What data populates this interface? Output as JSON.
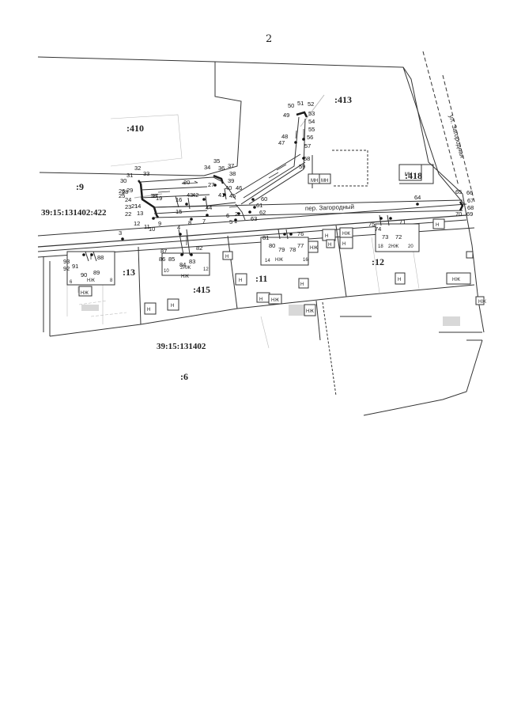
{
  "page_number": "2",
  "parcels": [
    ":410",
    ":413",
    ":418",
    ":9",
    ":13",
    ":415",
    ":11",
    ":12",
    ":6"
  ],
  "cadastral_labels": [
    "39:15:131402:422",
    "39:15:131402"
  ],
  "streets": [
    "пер. Загородный",
    "ул. Загородная"
  ],
  "building_tags": {
    "mn": "МН",
    "n": "Н",
    "nzh": "НЖ",
    "two_nzh": "2НЖ"
  },
  "house_numbers": [
    "6",
    "8",
    "10",
    "12",
    "14",
    "16",
    "18",
    "20"
  ],
  "points": [
    "1",
    "2",
    "3",
    "4",
    "5",
    "6",
    "7",
    "8",
    "9",
    "10",
    "11",
    "12",
    "13",
    "14",
    "15",
    "16",
    "17",
    "18",
    "19",
    "20",
    "21",
    "22",
    "23",
    "24",
    "25",
    "26",
    "27",
    "28",
    "29",
    "30",
    "31",
    "32",
    "33",
    "34",
    "35",
    "36",
    "37",
    "38",
    "39",
    "40",
    "41",
    "42",
    "43",
    "44",
    "45",
    "46",
    "47",
    "48",
    "49",
    "50",
    "51",
    "52",
    "53",
    "54",
    "55",
    "56",
    "57",
    "58",
    "59",
    "60",
    "61",
    "62",
    "63",
    "64",
    "65",
    "66",
    "67",
    "68",
    "69",
    "70",
    "71",
    "72",
    "73",
    "74",
    "75",
    "76",
    "77",
    "78",
    "79",
    "80",
    "81",
    "82",
    "83",
    "84",
    "85",
    "86",
    "87",
    "88",
    "89",
    "90",
    "91",
    "92",
    "93"
  ],
  "colors": {
    "line": "#333333",
    "thick": "#1a1a1a",
    "gray": "#cfcfcf"
  }
}
